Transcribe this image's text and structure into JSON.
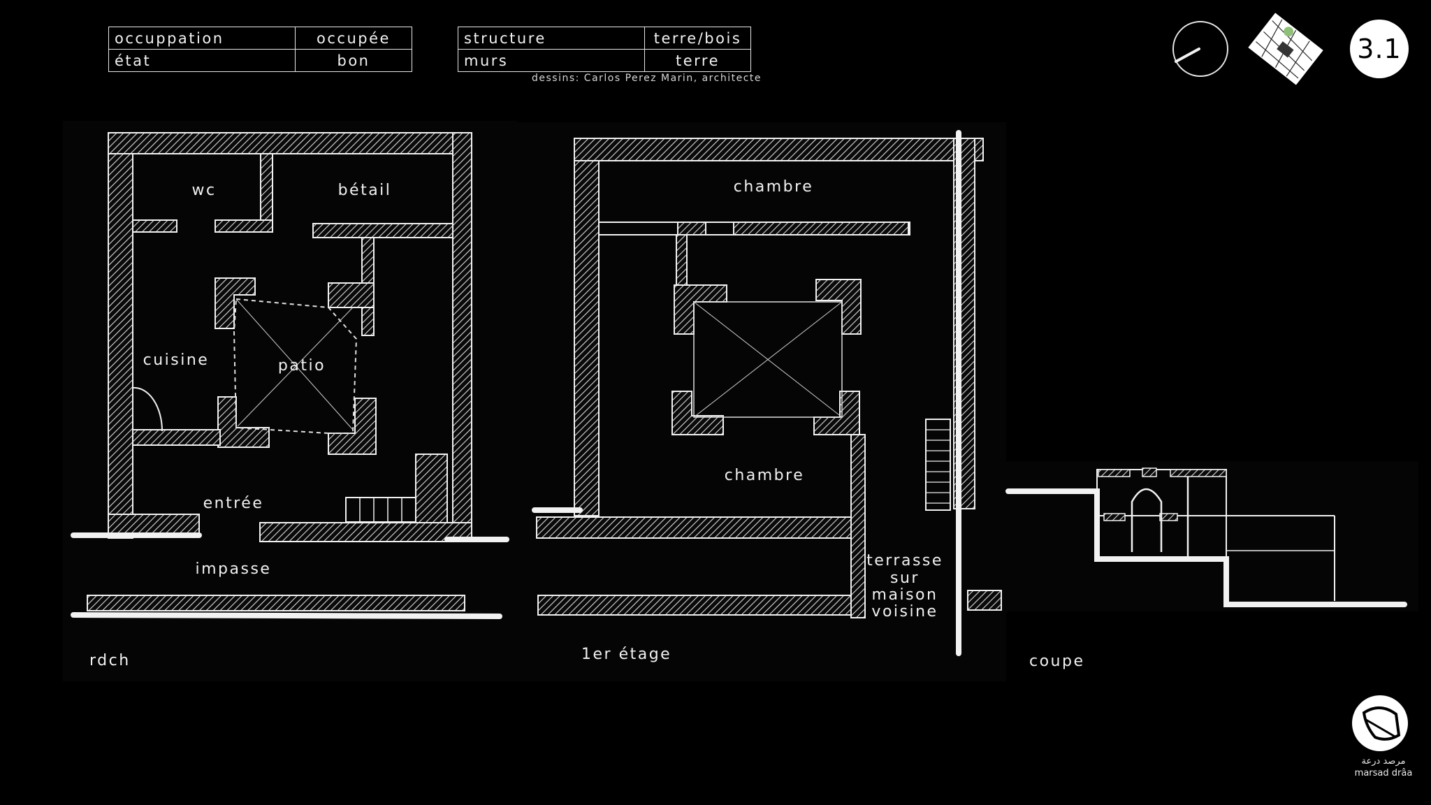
{
  "info_left": [
    {
      "key": "occuppation",
      "value": "occupée"
    },
    {
      "key": "état",
      "value": "bon"
    }
  ],
  "info_right": [
    {
      "key": "structure",
      "value": "terre/bois"
    },
    {
      "key": "murs",
      "value": "terre"
    }
  ],
  "credits": "dessins:  Carlos Perez Marin, architecte",
  "sheet_number": "3.1",
  "icons": {
    "north": "north-arrow-icon",
    "location": "location-map-icon",
    "logo": "marsad-draa-logo-icon"
  },
  "rdch": {
    "view_label": "rdch",
    "rooms": {
      "wc": "wc",
      "betail": "bétail",
      "cuisine": "cuisine",
      "patio": "patio",
      "entree": "entrée",
      "impasse": "impasse"
    }
  },
  "etage": {
    "view_label": "1er étage",
    "rooms": {
      "chambre_top": "chambre",
      "chambre_bottom": "chambre",
      "terrasse": [
        "terrasse",
        "sur",
        "maison",
        "voisine"
      ]
    }
  },
  "coupe": {
    "view_label": "coupe"
  },
  "logo": {
    "arabic": "مرصد درعة",
    "latin": "marsad drâa"
  },
  "colors": {
    "background": "#000000",
    "line": "#f2f2f2",
    "panel": "#050505",
    "accent_dot": "#8fbf7a"
  }
}
